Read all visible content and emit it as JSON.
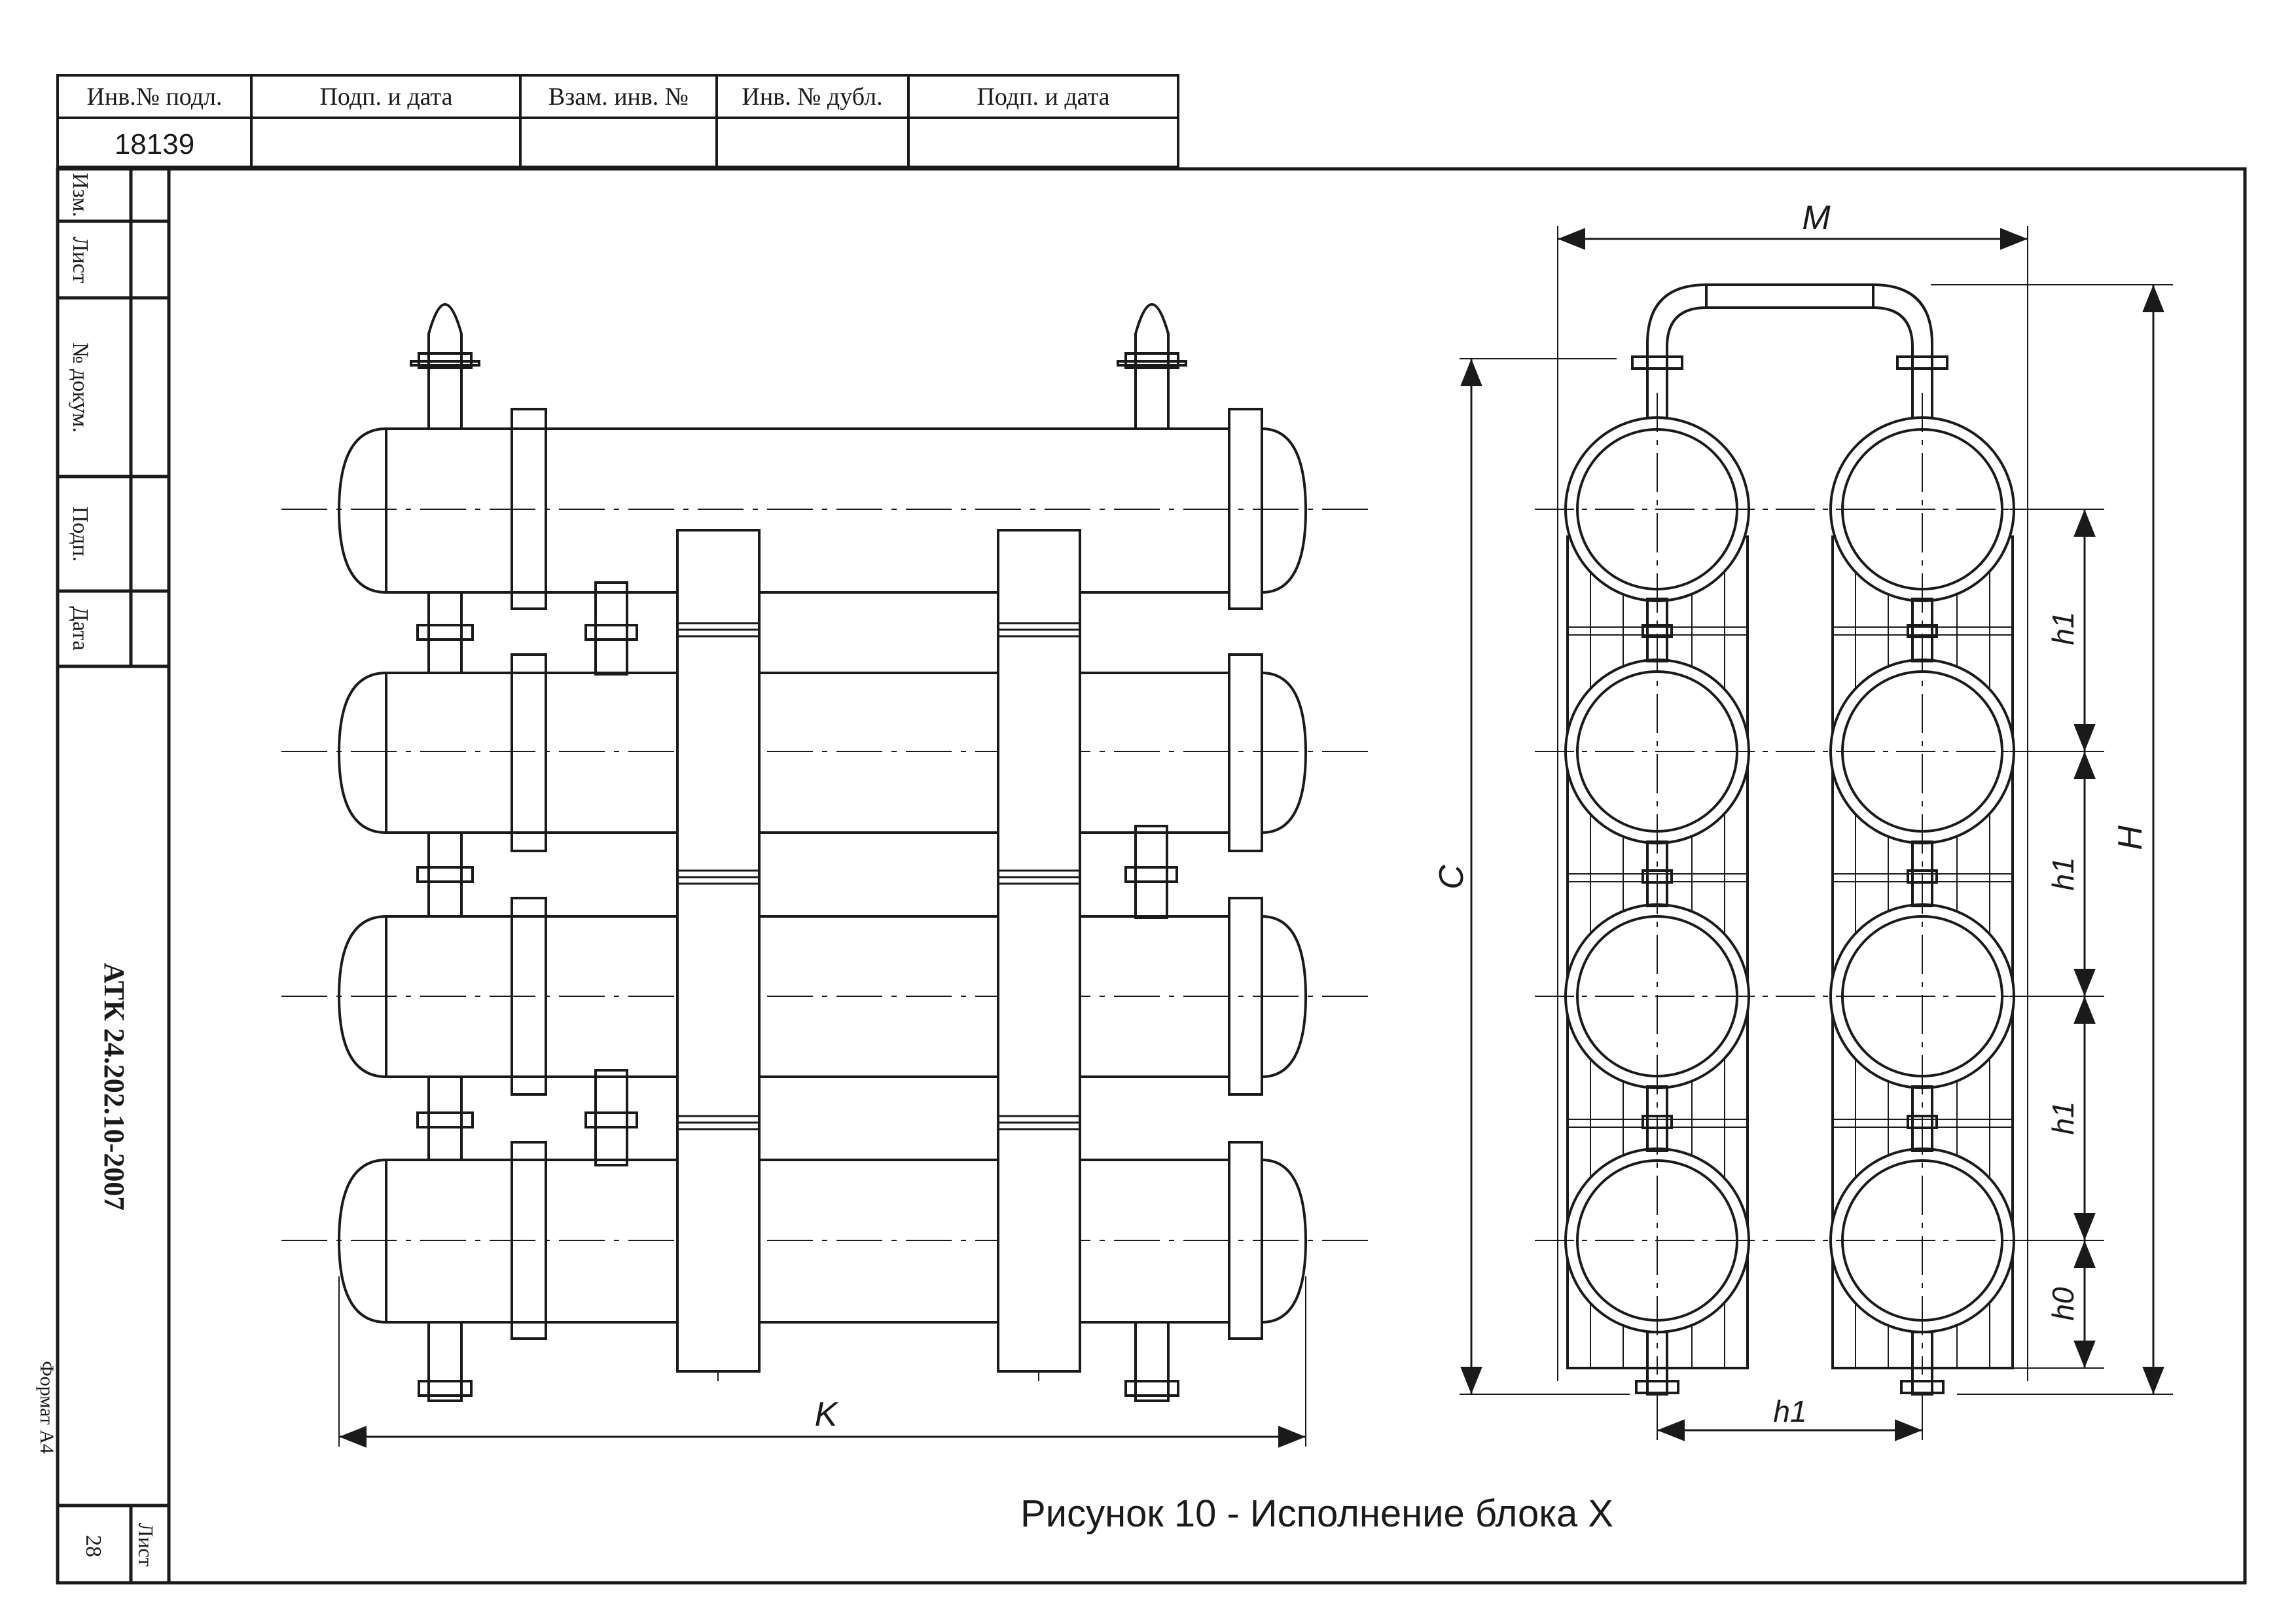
{
  "stamp": {
    "headers": [
      "Инв.№ подл.",
      "Подп. и дата",
      "Взам. инв. №",
      "Инв. № дубл.",
      "Подп. и дата"
    ],
    "inv_number": "18139"
  },
  "side_block": {
    "cells": [
      "Изм.",
      "Лист",
      "№ докум.",
      "Подп.",
      "Дата"
    ],
    "doc_code": "АТК 24.202.10-2007",
    "page_label": "Лист",
    "page_number": "28",
    "format_label": "Формат А4"
  },
  "dimensions": {
    "M": "M",
    "H": "H",
    "C": "C",
    "K": "K",
    "h1": "h1",
    "h0": "h0"
  },
  "caption": "Рисунок 10 - Исполнение блока X"
}
